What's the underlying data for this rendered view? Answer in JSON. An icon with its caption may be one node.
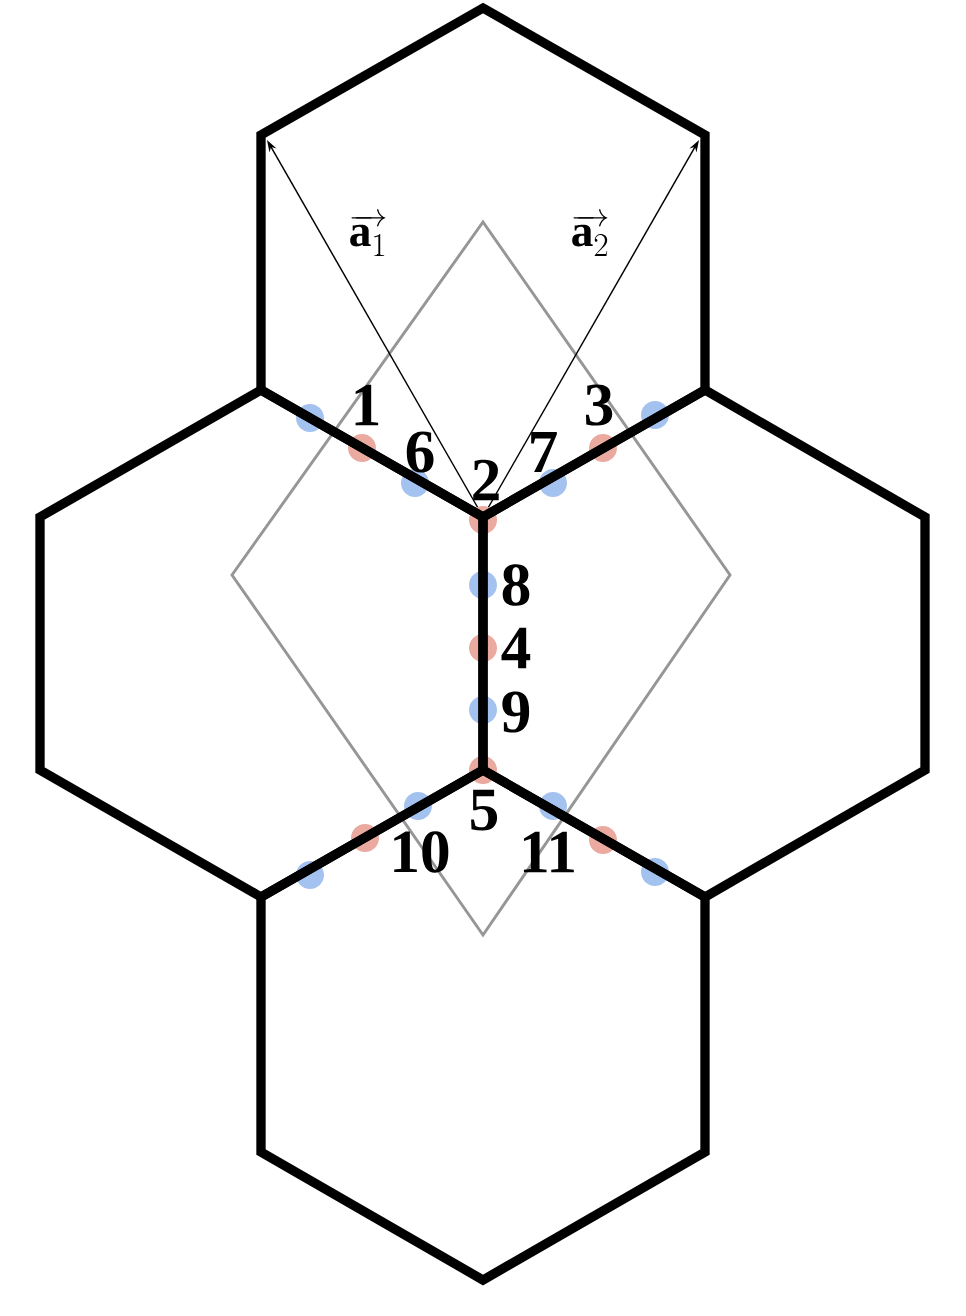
{
  "diagram": {
    "labels": [
      "\\overrightarrow{\\mathbf{a}_{1}}",
      "\\overrightarrow{\\mathbf{a}_{2}}",
      "1",
      "3",
      "6",
      "7",
      "2",
      "8",
      "4",
      "9",
      "5",
      "10",
      "11"
    ]
  }
}
